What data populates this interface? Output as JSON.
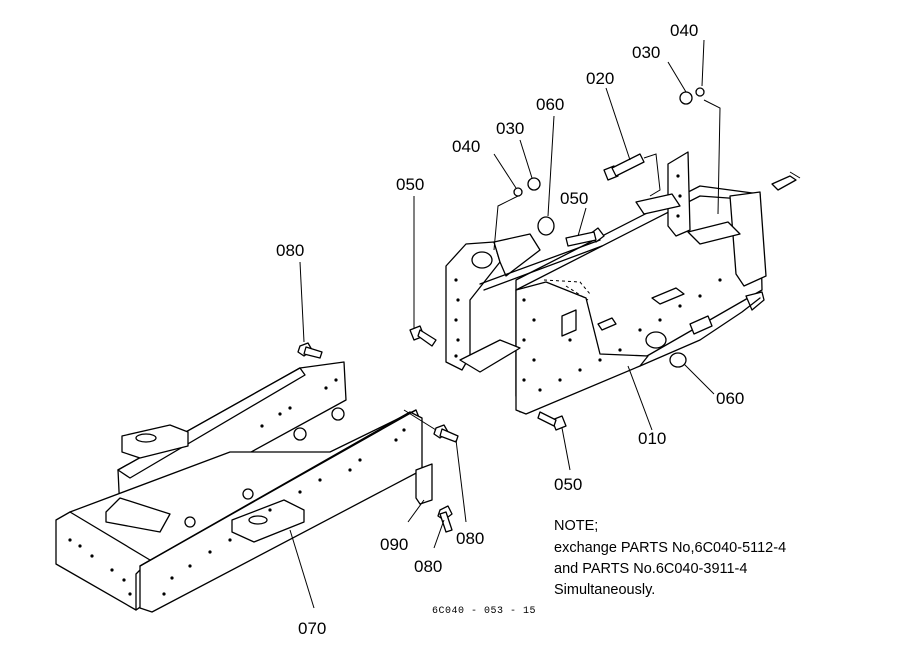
{
  "callouts": {
    "c010": "010",
    "c020": "020",
    "c030_top": "030",
    "c030_mid": "030",
    "c040_top": "040",
    "c040_mid": "040",
    "c050_left": "050",
    "c050_mid": "050",
    "c050_bottom": "050",
    "c060_top": "060",
    "c060_right": "060",
    "c070": "070",
    "c080_top": "080",
    "c080_right": "080",
    "c080_bottom": "080",
    "c090": "090"
  },
  "note": {
    "heading": "NOTE;",
    "line1": "exchange PARTS No,6C040-5112-4",
    "line2": "and PARTS No.6C040-3911-4",
    "line3": "Simultaneously."
  },
  "drawing_code": "6C040 - 053 - 15"
}
